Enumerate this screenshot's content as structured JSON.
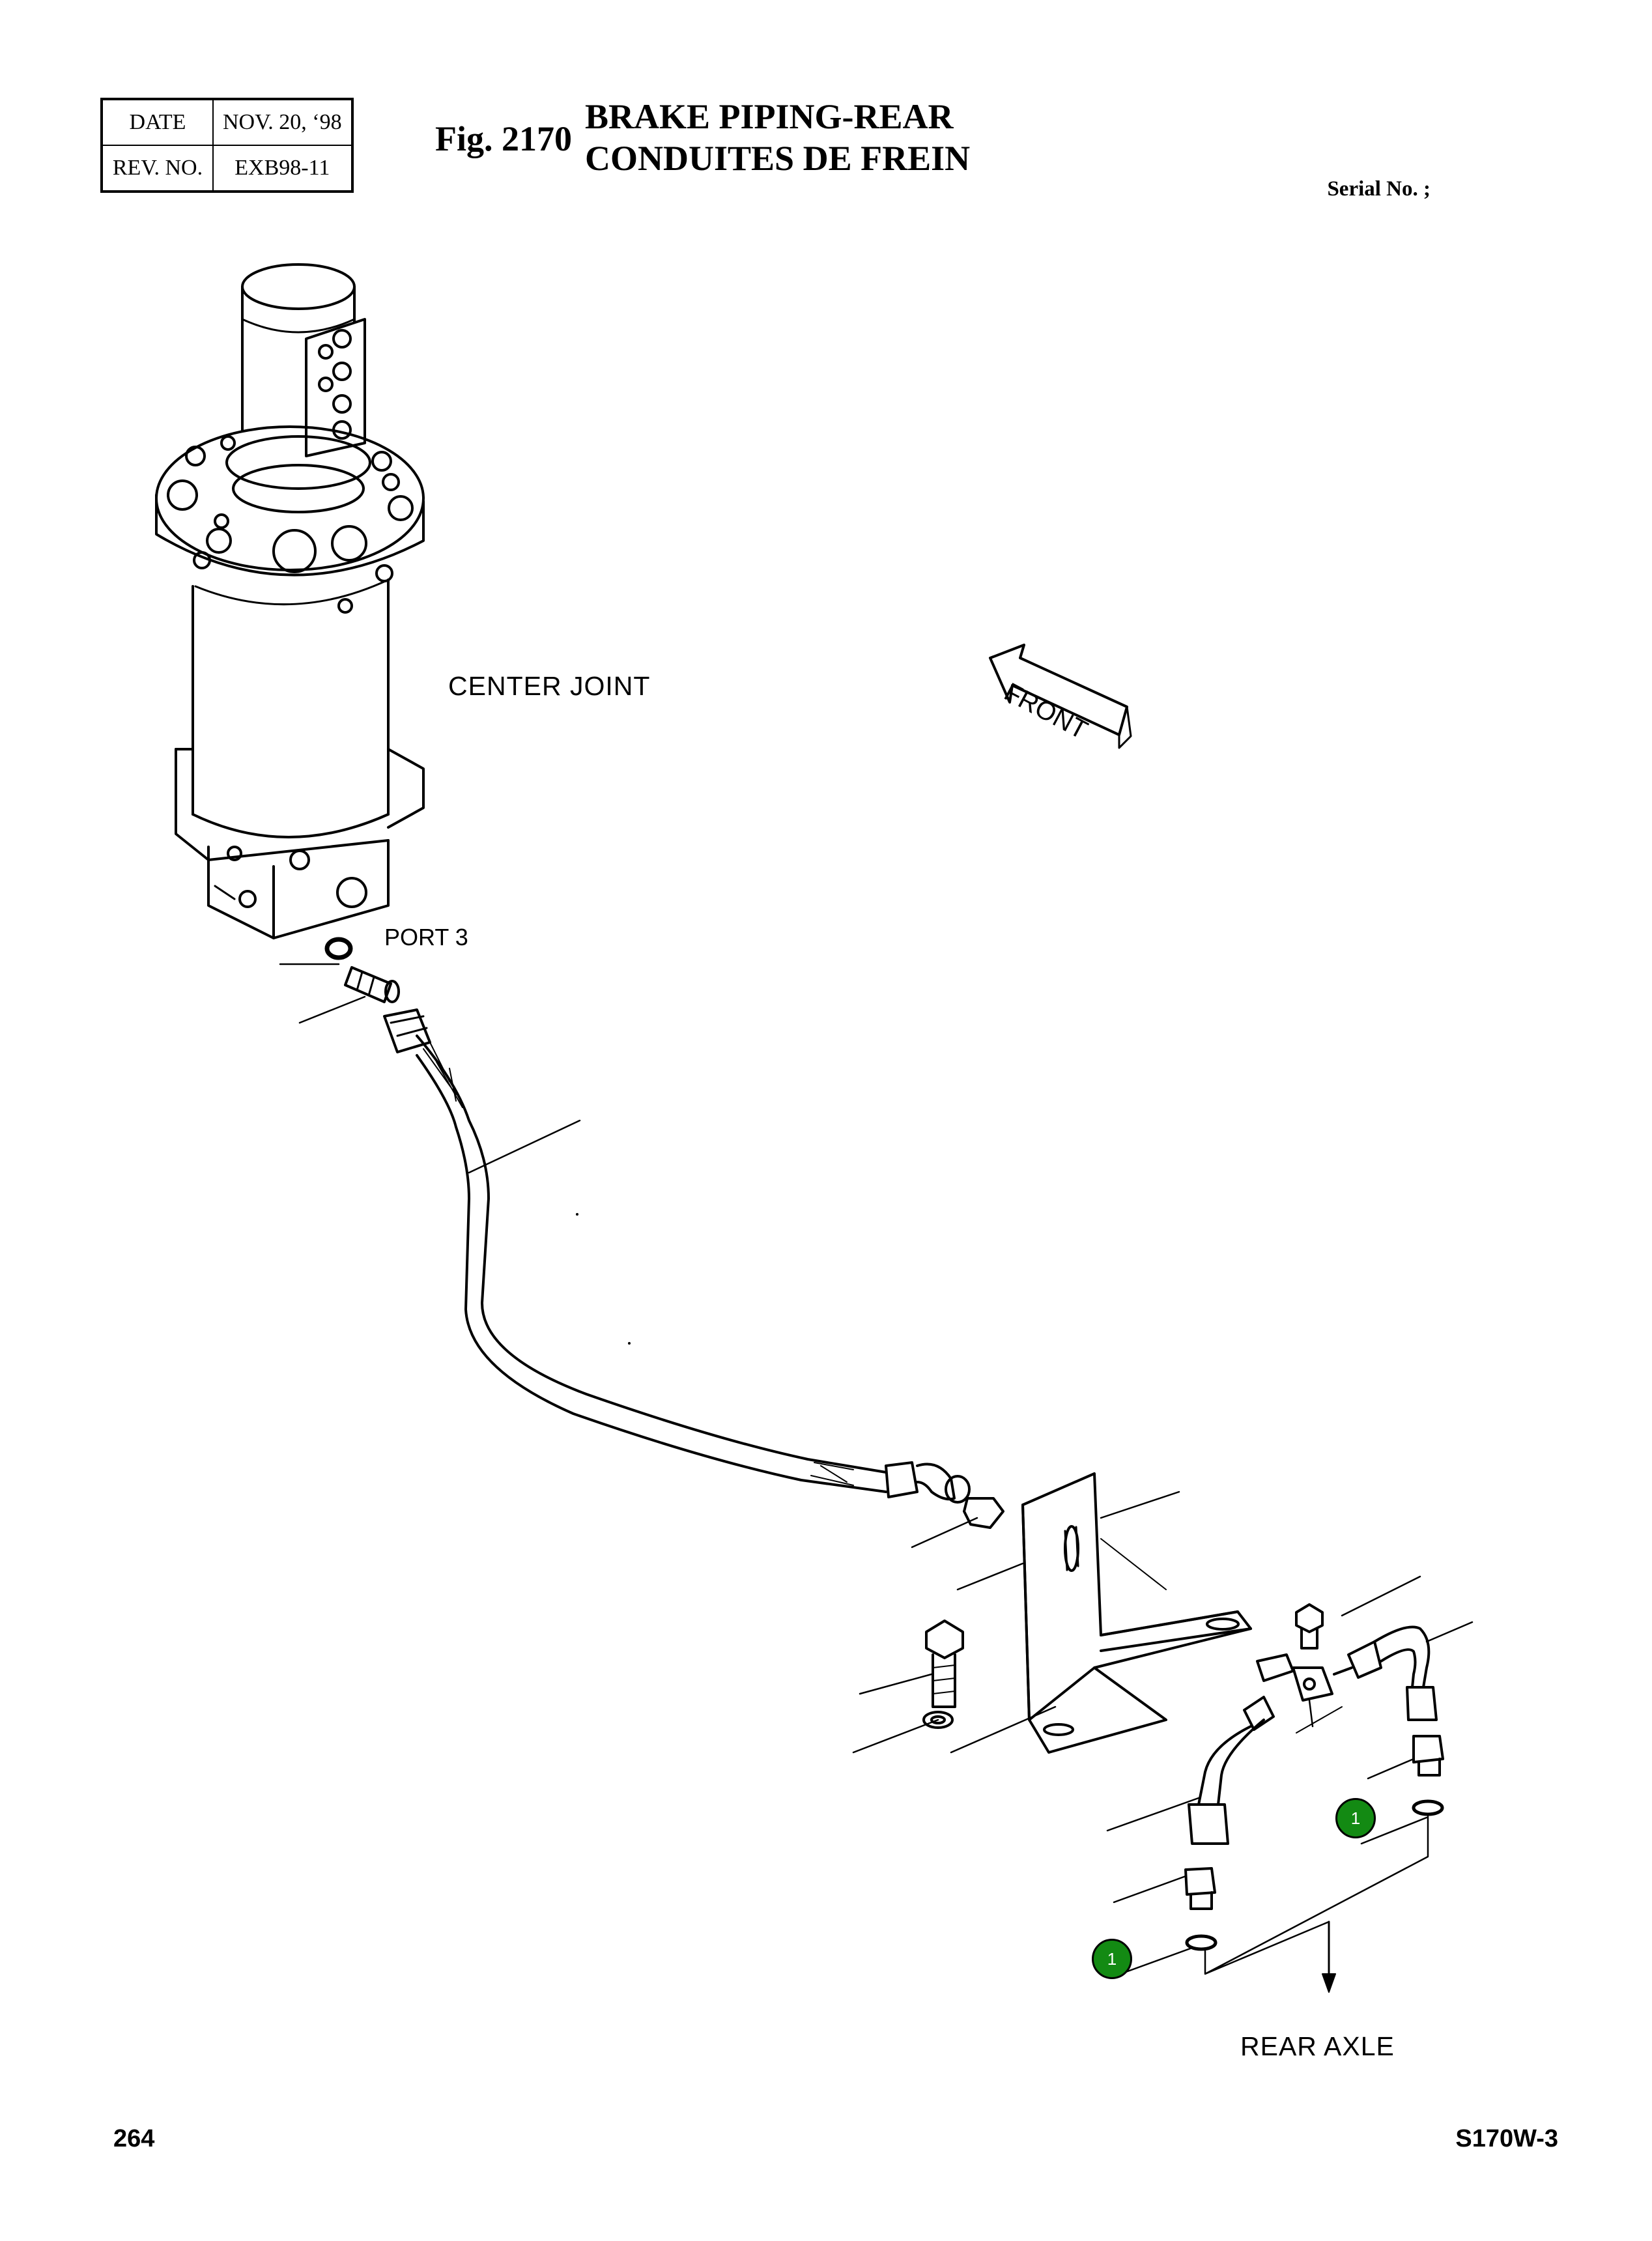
{
  "header": {
    "date_label": "DATE",
    "date_value": "NOV. 20, ‘98",
    "rev_label": "REV. NO.",
    "rev_value": "EXB98-11",
    "fig_label": "Fig. 2170",
    "title_en": "BRAKE PIPING-REAR",
    "title_fr": "CONDUITES DE FREIN",
    "serial": "Serial No. ;"
  },
  "diagram": {
    "center_joint_label": "CENTER JOINT",
    "port_label": "PORT 3",
    "front_label": "FRONT",
    "rear_axle_label": "REAR AXLE",
    "callouts": [
      "1",
      "1"
    ],
    "callout_color": "#138a13"
  },
  "footer": {
    "page_number": "264",
    "model": "S170W-3"
  }
}
